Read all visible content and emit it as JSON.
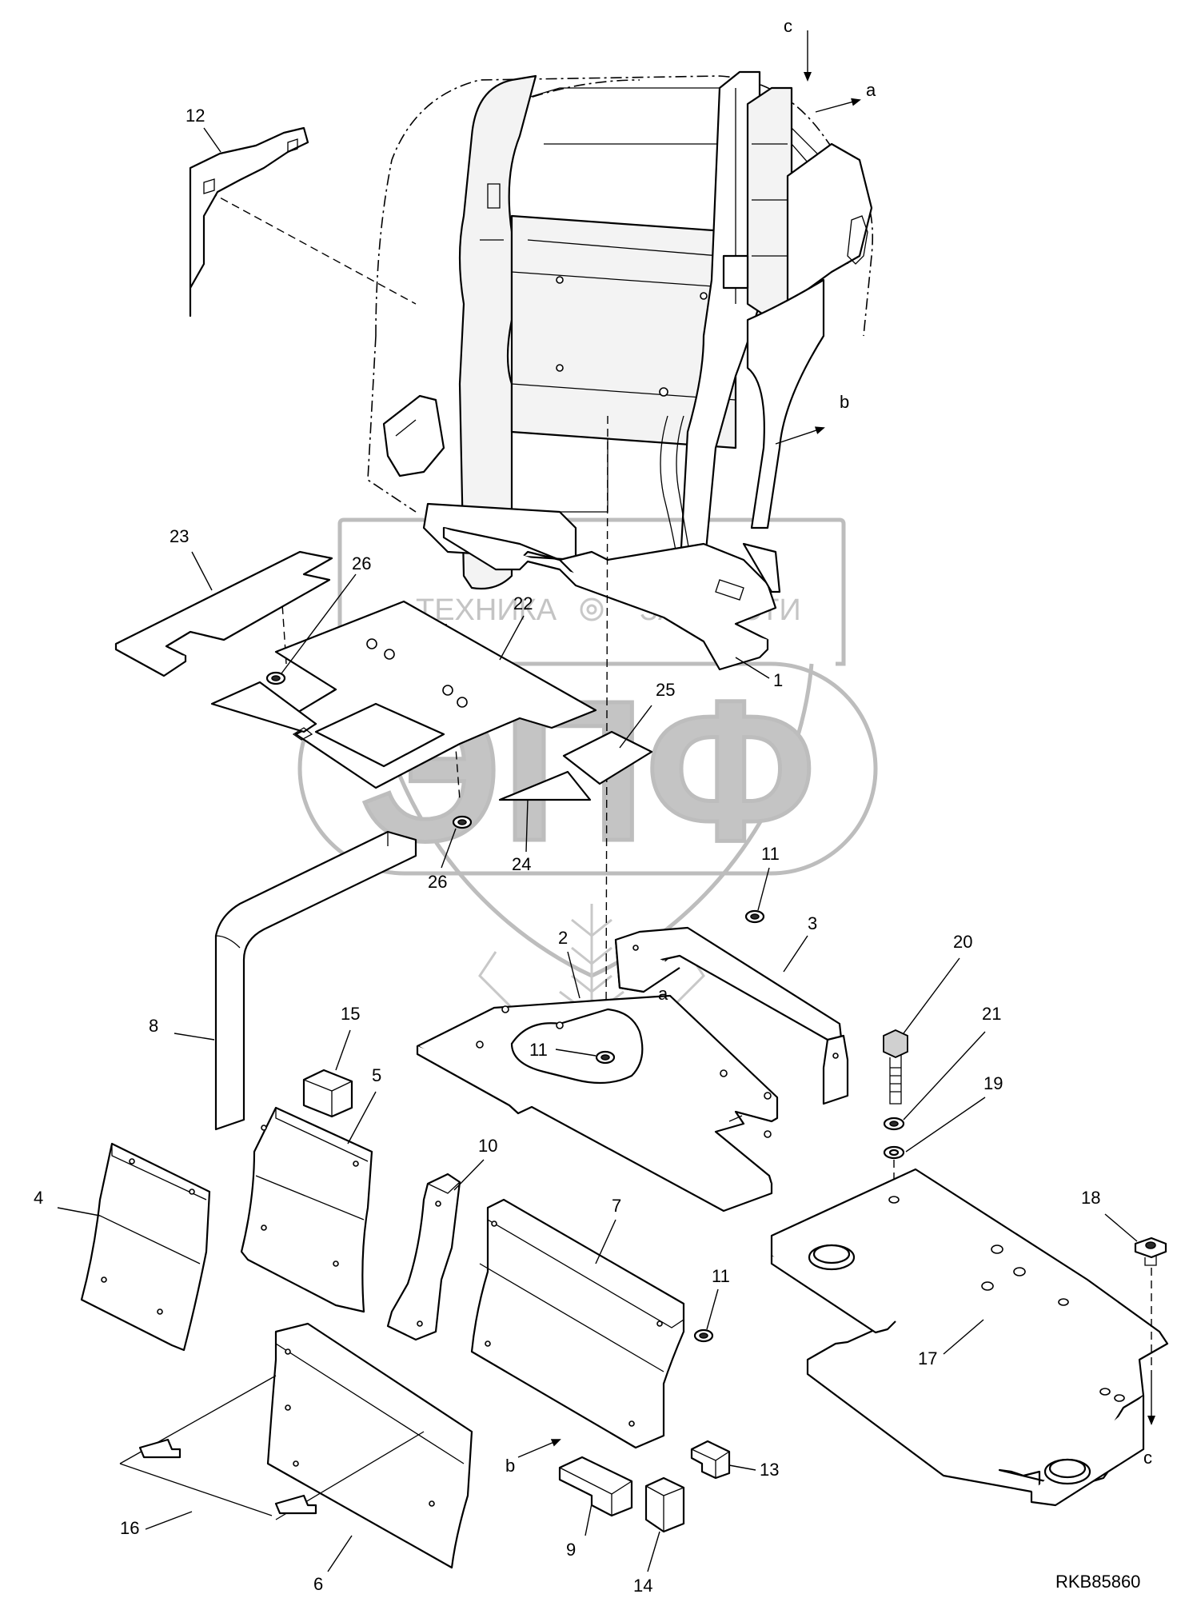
{
  "drawing_code": "RKB85860",
  "watermark": {
    "line1": "ТЕХНИКА",
    "line2": "ЗАПЧАСТИ",
    "emblem": "ЭПФ"
  },
  "callouts": {
    "p1": "1",
    "p2": "2",
    "p3": "3",
    "p4": "4",
    "p5": "5",
    "p6": "6",
    "p7": "7",
    "p8": "8",
    "p9": "9",
    "p10": "10",
    "p11a": "11",
    "p11b": "11",
    "p11c": "11",
    "p12": "12",
    "p13": "13",
    "p14": "14",
    "p15": "15",
    "p16": "16",
    "p17": "17",
    "p18": "18",
    "p19": "19",
    "p20": "20",
    "p21": "21",
    "p22": "22",
    "p23": "23",
    "p24": "24",
    "p25": "25",
    "p26a": "26",
    "p26b": "26"
  },
  "arrows": {
    "a_top": "a",
    "a_mid": "a",
    "b_top": "b",
    "b_low": "b",
    "c_top": "c",
    "c_low": "c"
  },
  "colors": {
    "line": "#000000",
    "watermark": "#bdbdbd",
    "background": "#ffffff"
  }
}
